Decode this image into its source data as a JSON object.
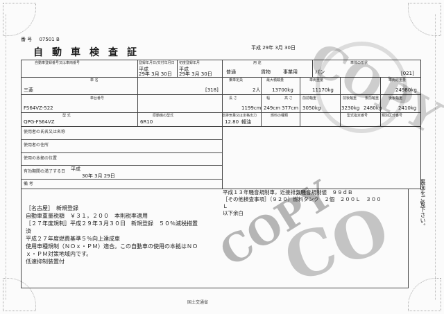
{
  "header": {
    "serial_label": "番 号",
    "serial_value": "07501  B",
    "title": "自動車検査証",
    "issued": "平成 29年 3月 30日"
  },
  "row1": {
    "label_reg": "自動車登録番号又は車両番号",
    "label_first_reg": "登録年月日/交付年月日",
    "label_first_year": "初度登録年月",
    "label_usage": "用 途",
    "label_body": "車体の形状",
    "reg_value_era": "平成",
    "reg_value_date": "29年 3月 30日",
    "first_era": "平成",
    "first_date": "29年 3月 30日",
    "vehicle_kind": "普通",
    "usage": "貨物",
    "business": "事業用",
    "body_shape": "バン",
    "body_code": "[021]"
  },
  "row2": {
    "label_maker": "車 名",
    "label_capacity": "乗車定員",
    "label_max_load": "最大積載量",
    "label_weight": "車両重量",
    "label_gross": "車両総重量",
    "maker": "三菱",
    "maker_code": "[318]",
    "capacity": "2人",
    "max_load": "13700kg",
    "weight": "11170kg",
    "gross": "24980kg"
  },
  "row3": {
    "label_chassis": "車台番号",
    "label_length": "長 さ",
    "label_width": "幅",
    "label_height": "高 さ",
    "label_ff": "前前軸重",
    "label_fr": "前後軸重",
    "label_rf": "後前軸重",
    "label_rr": "後後軸重",
    "chassis": "FS64VZ-522",
    "length": "1199cm",
    "width": "249cm",
    "height": "377cm",
    "ff": "3050kg",
    "fr": "3230kg",
    "rf": "2480kg",
    "rr": "2410kg"
  },
  "row4": {
    "label_model": "型 式",
    "label_engine": "原動機の型式",
    "label_disp": "総排気量又は定格出力",
    "label_fuel": "燃料の種類",
    "label_type_no": "型式指定番号",
    "label_class_no": "類別区分番号",
    "model": "QPG-FS64VZ",
    "engine": "6R10",
    "displacement": "12.80",
    "fuel": "軽油"
  },
  "rows": {
    "owner_name": "使用者の氏名又は名称",
    "owner_addr": "使用者の住所",
    "base": "使用の本拠の位置",
    "expiry_label": "有効期間の満了する日",
    "expiry_era": "平成",
    "expiry_date": "30年 3月 29日",
    "remarks": "備 考"
  },
  "remarks_left": [
    "［名古屋］　新規登録",
    "自動車重量税額　￥３１，２００　本則税率適用",
    "［２７年度規制］平成２９年３月３０日　新規登録　５０％減税措置",
    "済",
    "平成２７年度燃費基準５％向上達成車",
    "使用車種規制（ＮＯｘ・ＰＭ）適合。この自動車の使用の本拠はＮＯ",
    "ｘ・ＰＭ対策地域内です。",
    "低速抑制装置付"
  ],
  "remarks_right": [
    "平成１３年騒音規制車，近接排気騒音規制値　９９ｄＢ",
    "［その他検査事項］（９２０）燃料タンク　２個　２００Ｌ　３００",
    "Ｌ",
    "以下余白"
  ],
  "side_note": "裏面をご覧下さい。",
  "footer": "国土交通省",
  "watermarks": [
    "COPY",
    "CO",
    "COPY"
  ]
}
